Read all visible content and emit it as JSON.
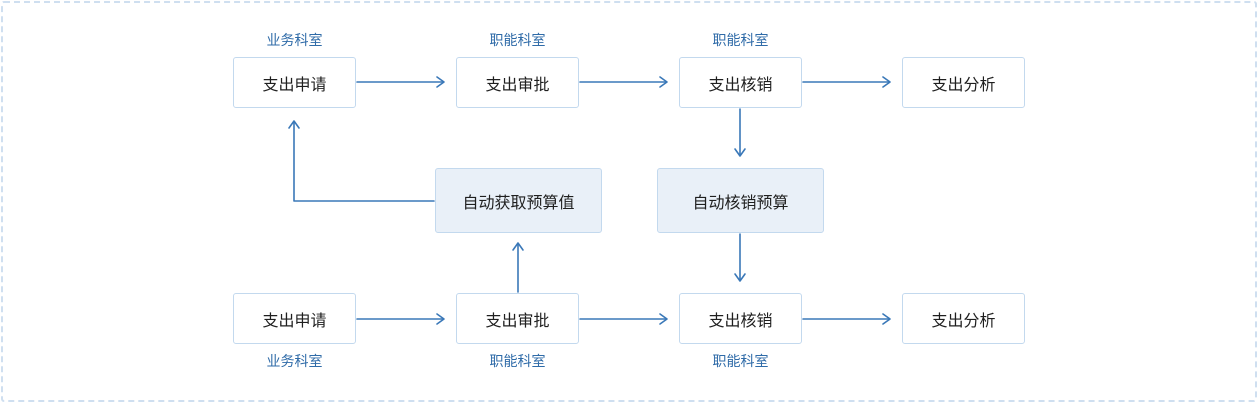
{
  "colors": {
    "accent": "#2f6ba8",
    "arrow": "#3a78b8",
    "node_border": "#c3d9ee",
    "mid_node_fill": "#e9f0f8",
    "frame_border": "#cfdff0"
  },
  "top_row": {
    "departments": [
      "业务科室",
      "职能科室",
      "职能科室"
    ],
    "steps": [
      "支出申请",
      "支出审批",
      "支出核销",
      "支出分析"
    ]
  },
  "middle_row": {
    "auto_get_budget": "自动获取预算值",
    "auto_writeoff_budget": "自动核销预算"
  },
  "bottom_row": {
    "departments": [
      "业务科室",
      "职能科室",
      "职能科室"
    ],
    "steps": [
      "支出申请",
      "支出审批",
      "支出核销",
      "支出分析"
    ]
  }
}
